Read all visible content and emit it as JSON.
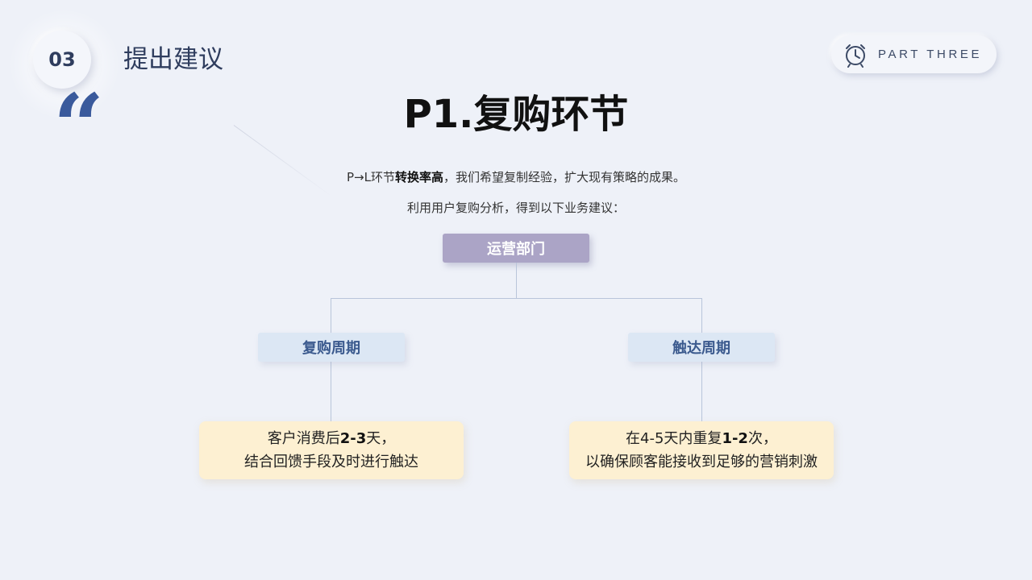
{
  "section": {
    "number": "03",
    "title": "提出建议"
  },
  "quote_mark": "“",
  "part_label": "PART THREE",
  "icons": {
    "part": "alarm-clock-icon",
    "quote": "quote-mark-icon"
  },
  "colors": {
    "background": "#eef1f8",
    "root_box": "#aba4c6",
    "branch_box": "#dce7f4",
    "leaf_box": "#fdf0d2",
    "accent": "#3a5a9c"
  },
  "title": "P1.复购环节",
  "subtitle": {
    "line1_pre": "P→L环节",
    "line1_bold": "转换率高",
    "line1_post": "，我们希望复制经验，扩大现有策略的成果。",
    "line2": "利用用户复购分析，得到以下业务建议："
  },
  "tree": {
    "root": "运营部门",
    "branches": [
      {
        "label": "复购周期",
        "detail": {
          "line1_pre": "客户消费后",
          "line1_bold": "2-3",
          "line1_post": "天，",
          "line2": "结合回馈手段及时进行触达"
        }
      },
      {
        "label": "触达周期",
        "detail": {
          "line1_pre": "在4-5天内重复",
          "line1_bold": "1-2",
          "line1_post": "次，",
          "line2": "以确保顾客能接收到足够的营销刺激"
        }
      }
    ]
  }
}
